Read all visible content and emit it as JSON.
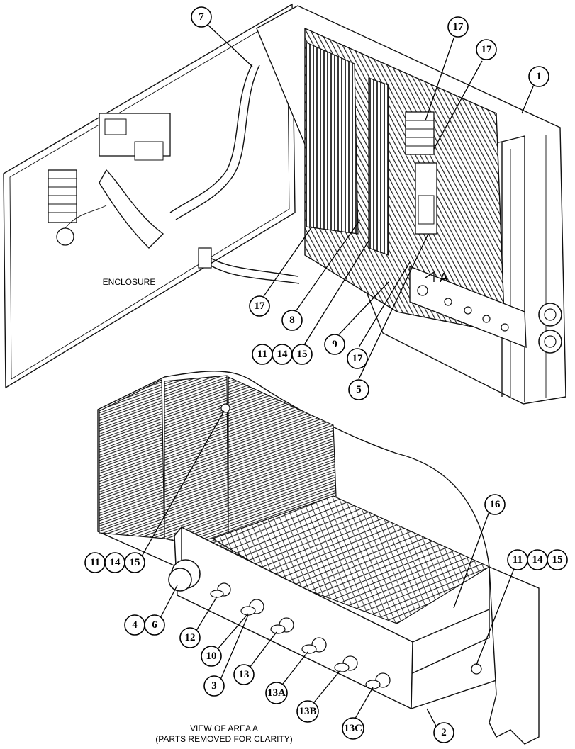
{
  "labels": {
    "enclosure": "ENCLOSURE",
    "view_line1": "VIEW OF AREA  A",
    "view_line2": "(PARTS REMOVED FOR CLARITY)",
    "area_marker": "A"
  },
  "callouts": {
    "c1": "1",
    "c2": "2",
    "c3": "3",
    "c4": "4",
    "c5": "5",
    "c6": "6",
    "c7": "7",
    "c8": "8",
    "c9": "9",
    "c10": "10",
    "c11a": "11",
    "c11b": "11",
    "c11c": "11",
    "c12": "12",
    "c13": "13",
    "c13a": "13A",
    "c13b": "13B",
    "c13c": "13C",
    "c14a": "14",
    "c14b": "14",
    "c14c": "14",
    "c15a": "15",
    "c15b": "15",
    "c15c": "15",
    "c16": "16",
    "c17a": "17",
    "c17b": "17",
    "c17c": "17",
    "c17d": "17"
  }
}
